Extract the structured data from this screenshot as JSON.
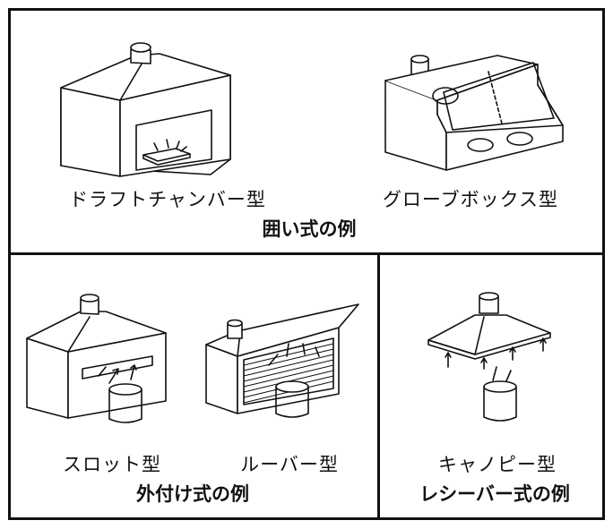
{
  "sections": {
    "enclosure": {
      "caption": "囲い式の例",
      "items": [
        {
          "label": "ドラフトチャンバー型"
        },
        {
          "label": "グローブボックス型"
        }
      ]
    },
    "external": {
      "caption": "外付け式の例",
      "items": [
        {
          "label": "スロット型"
        },
        {
          "label": "ルーバー型"
        }
      ]
    },
    "receiver": {
      "caption": "レシーバー式の例",
      "items": [
        {
          "label": "キャノピー型"
        }
      ]
    }
  }
}
